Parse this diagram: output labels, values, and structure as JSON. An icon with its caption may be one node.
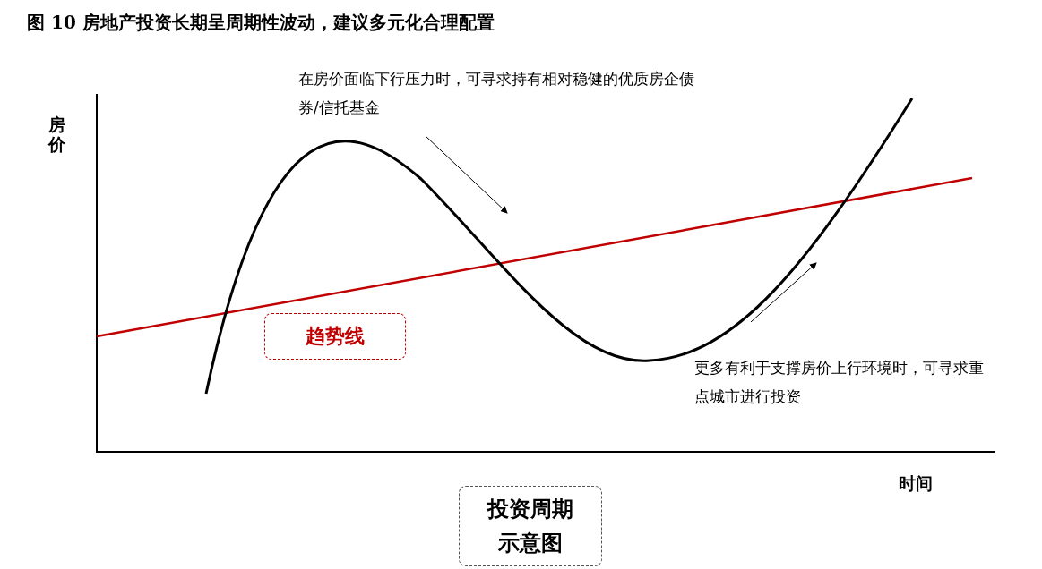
{
  "diagram": {
    "title": "图 10 房地产投资长期呈周期性波动，建议多元化合理配置",
    "nodes": [
      {
        "text": [
          "趋势线"
        ]
      },
      {
        "text": [
          "投资周期示意图"
        ]
      }
    ],
    "labels": [
      "房价",
      "在房价面临下行压力时，可寻求持有相对稳健的优质房企债券/信托基金",
      "更多有利于支撑房价上行环境时，可寻求重点城市进行投资",
      "时间"
    ]
  }
}
